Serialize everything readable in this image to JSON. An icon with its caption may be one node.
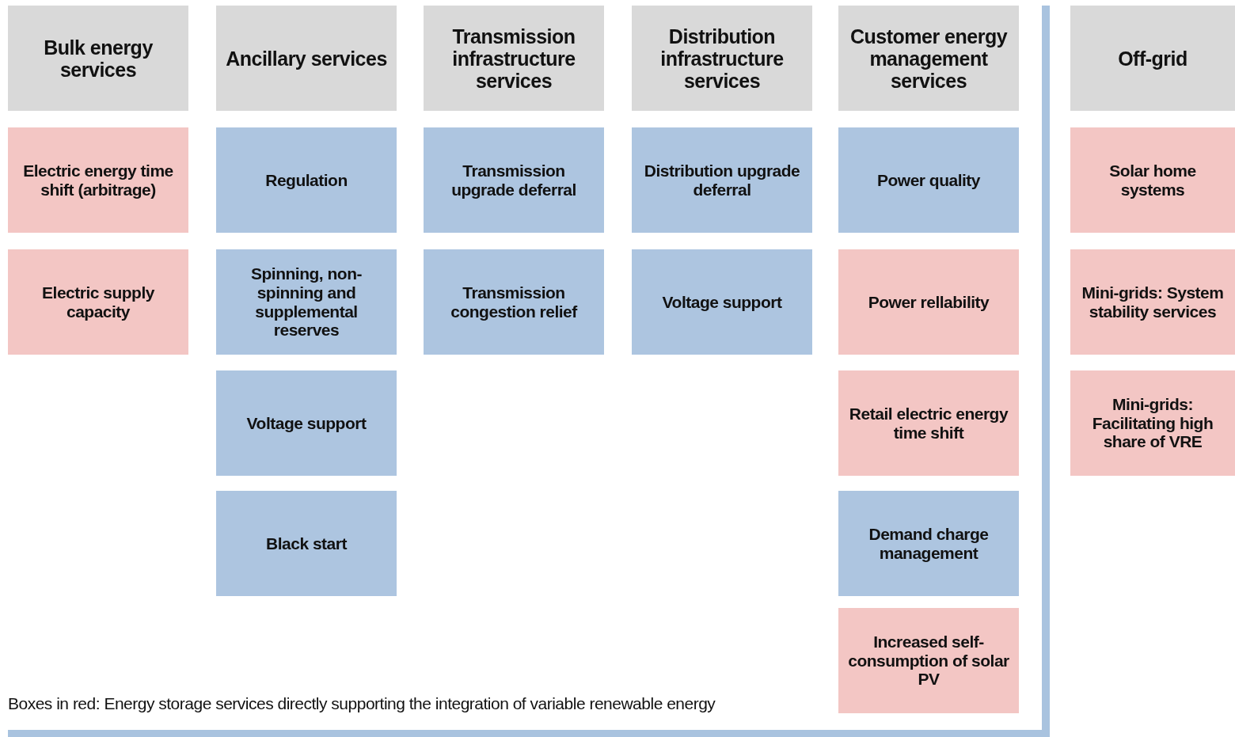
{
  "diagram": {
    "nodes": [
      {
        "text": [
          "Bulk energy services"
        ]
      },
      {
        "text": [
          "Electric energy time shift (arbitrage)"
        ]
      },
      {
        "text": [
          "Electric supply capacity"
        ]
      },
      {
        "text": [
          "Ancillary services"
        ]
      },
      {
        "text": [
          "Regulation"
        ]
      },
      {
        "text": [
          "Spinning, non-spinning and supplemental reserves"
        ]
      },
      {
        "text": [
          "Voltage support"
        ]
      },
      {
        "text": [
          "Black start"
        ]
      },
      {
        "text": [
          "Transmission infrastructure services"
        ]
      },
      {
        "text": [
          "Transmission upgrade deferral"
        ]
      },
      {
        "text": [
          "Transmission congestion relief"
        ]
      },
      {
        "text": [
          "Distribution infrastructure services"
        ]
      },
      {
        "text": [
          "Distribution upgrade deferral"
        ]
      },
      {
        "text": [
          "Voltage support"
        ]
      },
      {
        "text": [
          "Customer energy management services"
        ]
      },
      {
        "text": [
          "Power quality"
        ]
      },
      {
        "text": [
          "Power rellability"
        ]
      },
      {
        "text": [
          "Retail electric energy time shift"
        ]
      },
      {
        "text": [
          "Demand charge management"
        ]
      },
      {
        "text": [
          "Increased self-consumption of solar PV"
        ]
      },
      {
        "text": [
          "Off-grid"
        ]
      },
      {
        "text": [
          "Solar home systems"
        ]
      },
      {
        "text": [
          "Mini-grids: System stability services"
        ]
      },
      {
        "text": [
          "Mini-grids: Facilitating high share of VRE"
        ]
      }
    ],
    "labels": [
      "Boxes in red: Energy storage services directly supporting the integration of variable renewable energy"
    ]
  }
}
